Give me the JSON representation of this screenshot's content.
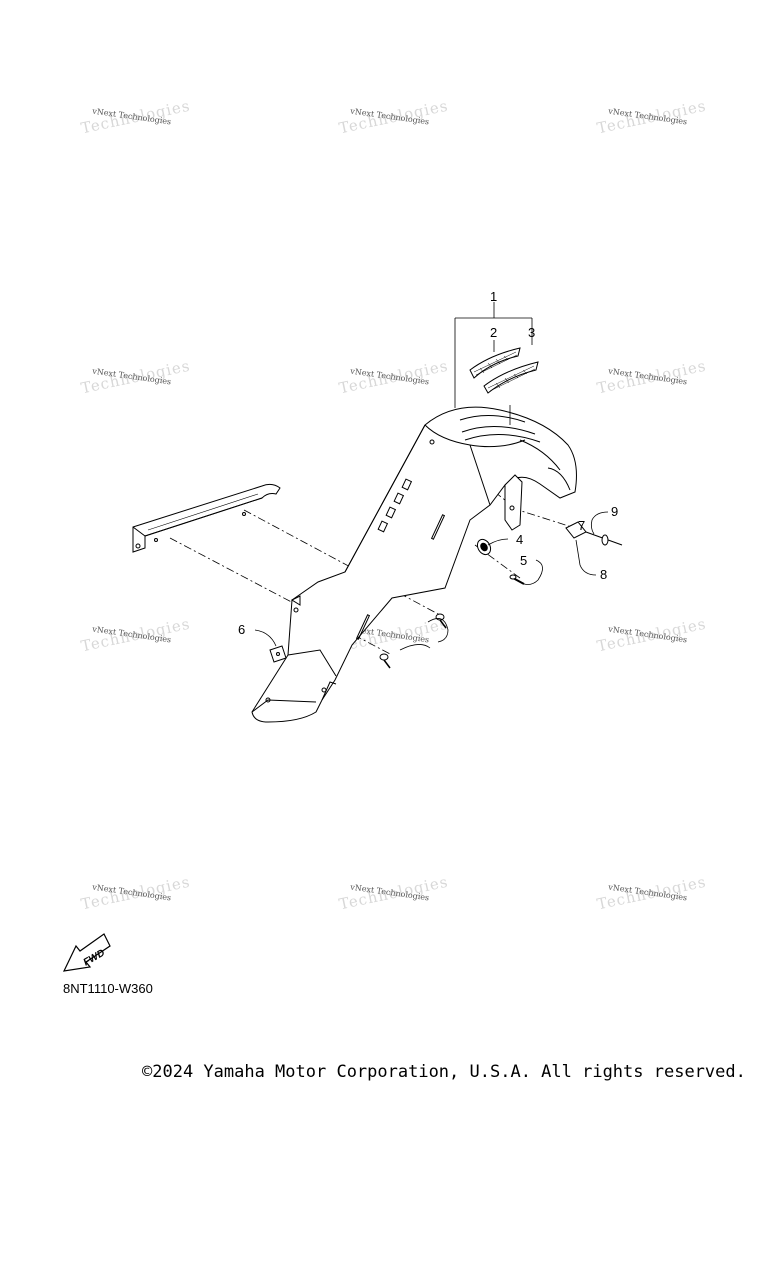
{
  "watermark": {
    "line1": "vNext Technologies",
    "line2": "Technologies"
  },
  "callouts": [
    "1",
    "2",
    "3",
    "4",
    "5",
    "6",
    "7",
    "8",
    "9"
  ],
  "direction_label": "FWD",
  "figure_code": "8NT1110-W360",
  "copyright": "©2024 Yamaha Motor Corporation, U.S.A. All rights reserved."
}
